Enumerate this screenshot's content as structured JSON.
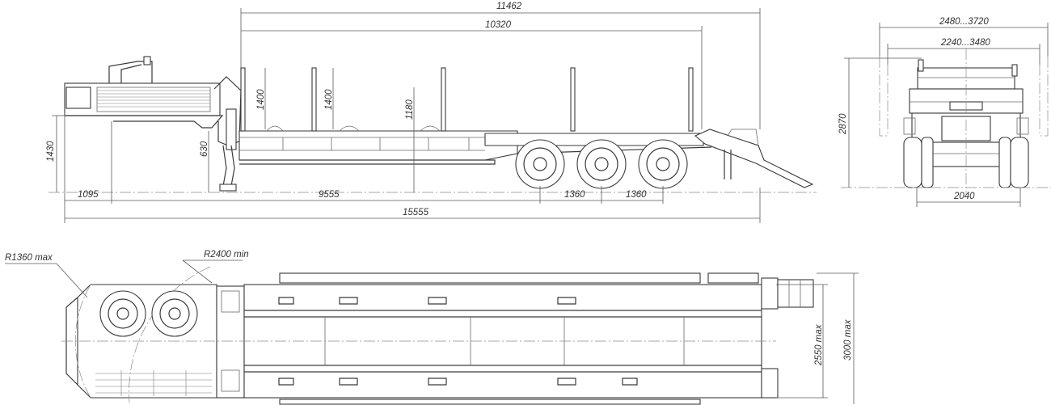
{
  "dimensions": {
    "side": {
      "overall_deck": "11462",
      "platform": "10320",
      "stake_height_front": "1400",
      "stake_height_second": "1400",
      "deck_height": "1180",
      "step_height": "630",
      "kingpin_height": "1430",
      "front_overhang": "1095",
      "wheelbase": "9555",
      "axle_spacing_1": "1360",
      "axle_spacing_2": "1360",
      "overall_length": "15555"
    },
    "rear": {
      "overall_width_range": "2480...3720",
      "platform_width_range": "2240...3480",
      "overall_height": "2870",
      "track_width": "2040"
    },
    "top": {
      "front_radius": "R1360 max",
      "turning_radius": "R2400 min",
      "deck_width": "2550 max",
      "extended_width": "3000 max"
    }
  }
}
